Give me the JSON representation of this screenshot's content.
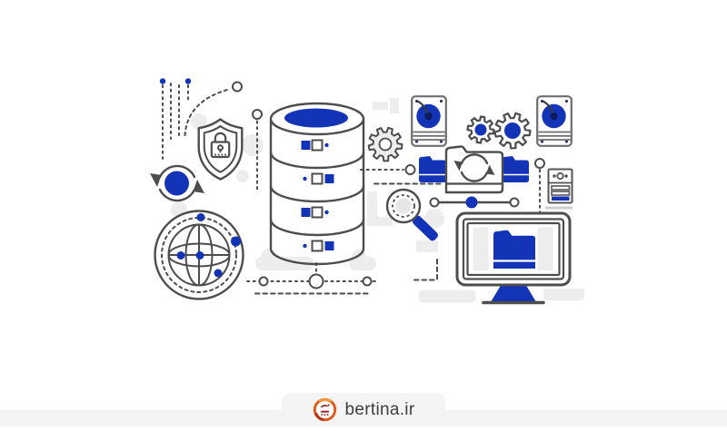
{
  "watermark": {
    "label": "bertina.ir",
    "logo": "bertina-logo"
  },
  "colors": {
    "accent": "#1434b8",
    "accent_dark": "#0c1d5e",
    "outline": "#4d4d4d",
    "outline_light": "#6e6e6e",
    "blob": "#ededed",
    "strip": "#f4f4f4",
    "logo_orange": "#e2581d",
    "logo_dark_red": "#8c2014",
    "text": "#3d3d3d"
  },
  "illustration": {
    "alt": "Database backup and security concept line illustration",
    "icons": [
      "database-stack-icon",
      "shield-lock-icon",
      "sync-arrows-icon",
      "globe-network-icon",
      "gear-icon",
      "hdd-drive-icon",
      "folder-icon",
      "folder-sync-icon",
      "server-rack-icon",
      "magnifier-icon",
      "monitor-folder-icon",
      "dotted-connector",
      "node-link"
    ]
  }
}
